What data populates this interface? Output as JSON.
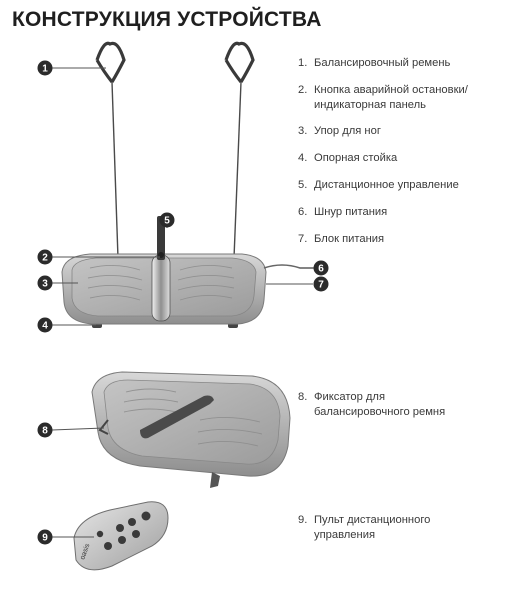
{
  "title": "КОНСТРУКЦИЯ УСТРОЙСТВА",
  "legend": [
    {
      "num": "1.",
      "text": "Балансировочный ремень"
    },
    {
      "num": "2.",
      "text": "Кнопка аварийной остановки/",
      "text2": "индикаторная панель"
    },
    {
      "num": "3.",
      "text": "Упор для ног"
    },
    {
      "num": "4.",
      "text": "Опорная стойка"
    },
    {
      "num": "5.",
      "text": "Дистанционное управление"
    },
    {
      "num": "6.",
      "text": "Шнур питания"
    },
    {
      "num": "7.",
      "text": "Блок питания"
    },
    {
      "num": "8.",
      "text": "Фиксатор для",
      "text2": "балансировочного ремня"
    },
    {
      "num": "9.",
      "text": "Пульт дистанционного",
      "text2": "управления"
    }
  ],
  "callouts": [
    "1",
    "2",
    "3",
    "4",
    "5",
    "6",
    "7",
    "8",
    "9"
  ],
  "remote_brand": "oasis",
  "colors": {
    "callout": "#2b2b2b",
    "platform": "#b9b9b9",
    "deck": "#9a9a9a",
    "line": "#555555"
  }
}
